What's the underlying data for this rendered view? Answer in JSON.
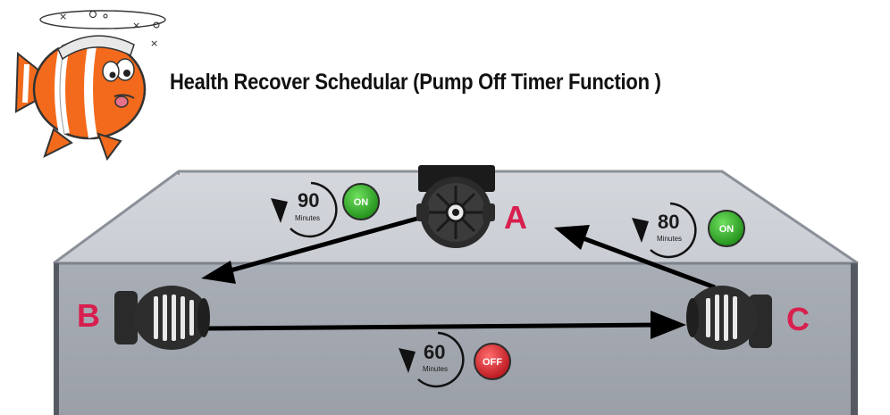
{
  "title": "Health Recover Schedular (Pump Off Timer Function )",
  "pumps": {
    "a": {
      "label": "A"
    },
    "b": {
      "label": "B"
    },
    "c": {
      "label": "C"
    }
  },
  "timers": {
    "a": {
      "minutes": "90",
      "unit": "Minutes",
      "state": "ON"
    },
    "c": {
      "minutes": "80",
      "unit": "Minutes",
      "state": "ON"
    },
    "b": {
      "minutes": "60",
      "unit": "Minutes",
      "state": "OFF"
    }
  },
  "colors": {
    "pump_label": "#d81f4e",
    "on_badge": "#2a9d22",
    "off_badge": "#d8232a",
    "arrow": "#000000"
  }
}
